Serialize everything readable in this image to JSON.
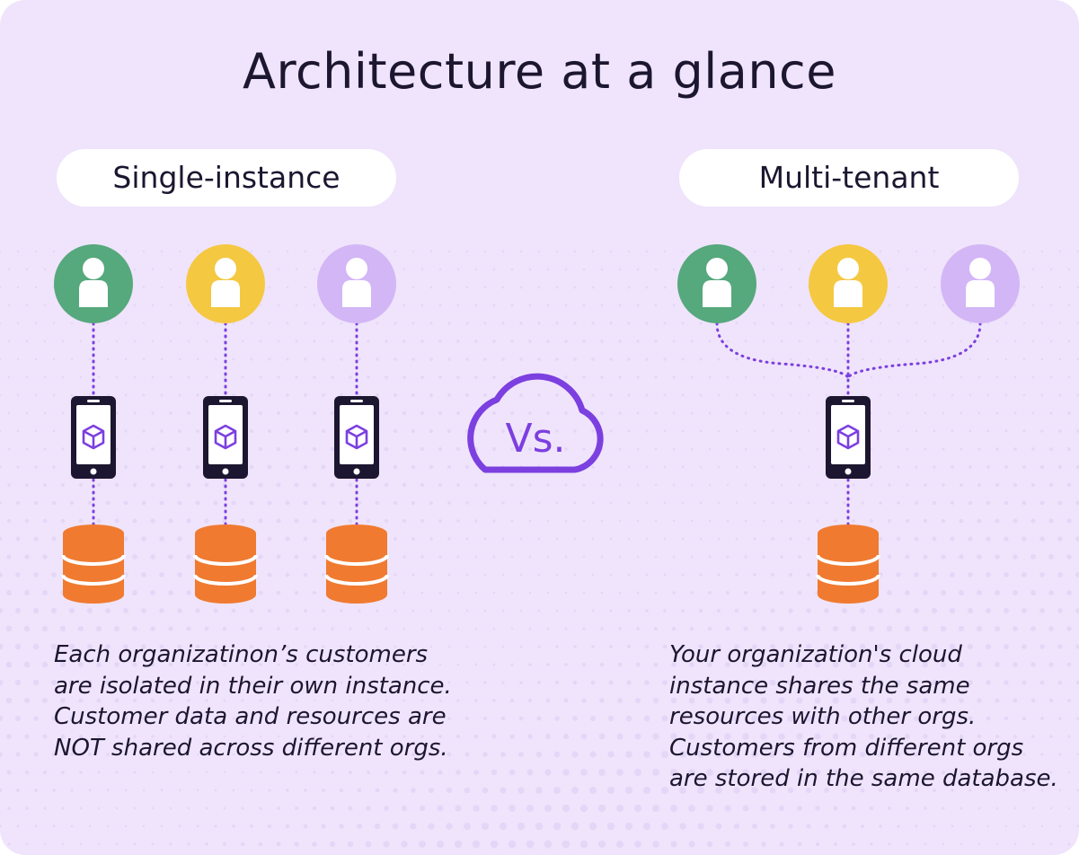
{
  "title": "Architecture at a glance",
  "left": {
    "heading": "Single-instance",
    "description": [
      "Each organizatinon’s customers",
      "are isolated in their own instance.",
      "Customer data and resources are",
      "NOT shared across different orgs."
    ]
  },
  "right": {
    "heading": "Multi-tenant",
    "description": [
      "Your organization's cloud",
      "instance shares the same",
      "resources with other orgs.",
      "Customers from different orgs",
      "are stored in the same database."
    ]
  },
  "vs_label": "Vs.",
  "colors": {
    "background": "#efe4fb",
    "user_green": "#56a87d",
    "user_yellow": "#f5c842",
    "user_lavender": "#d3b6f6",
    "database": "#f07a30",
    "accent_purple": "#7c3fe0",
    "phone": "#1c1630"
  },
  "icons": {
    "user": "user-icon",
    "phone": "smartphone-app-icon",
    "database": "database-icon",
    "cloud": "cloud-icon"
  }
}
